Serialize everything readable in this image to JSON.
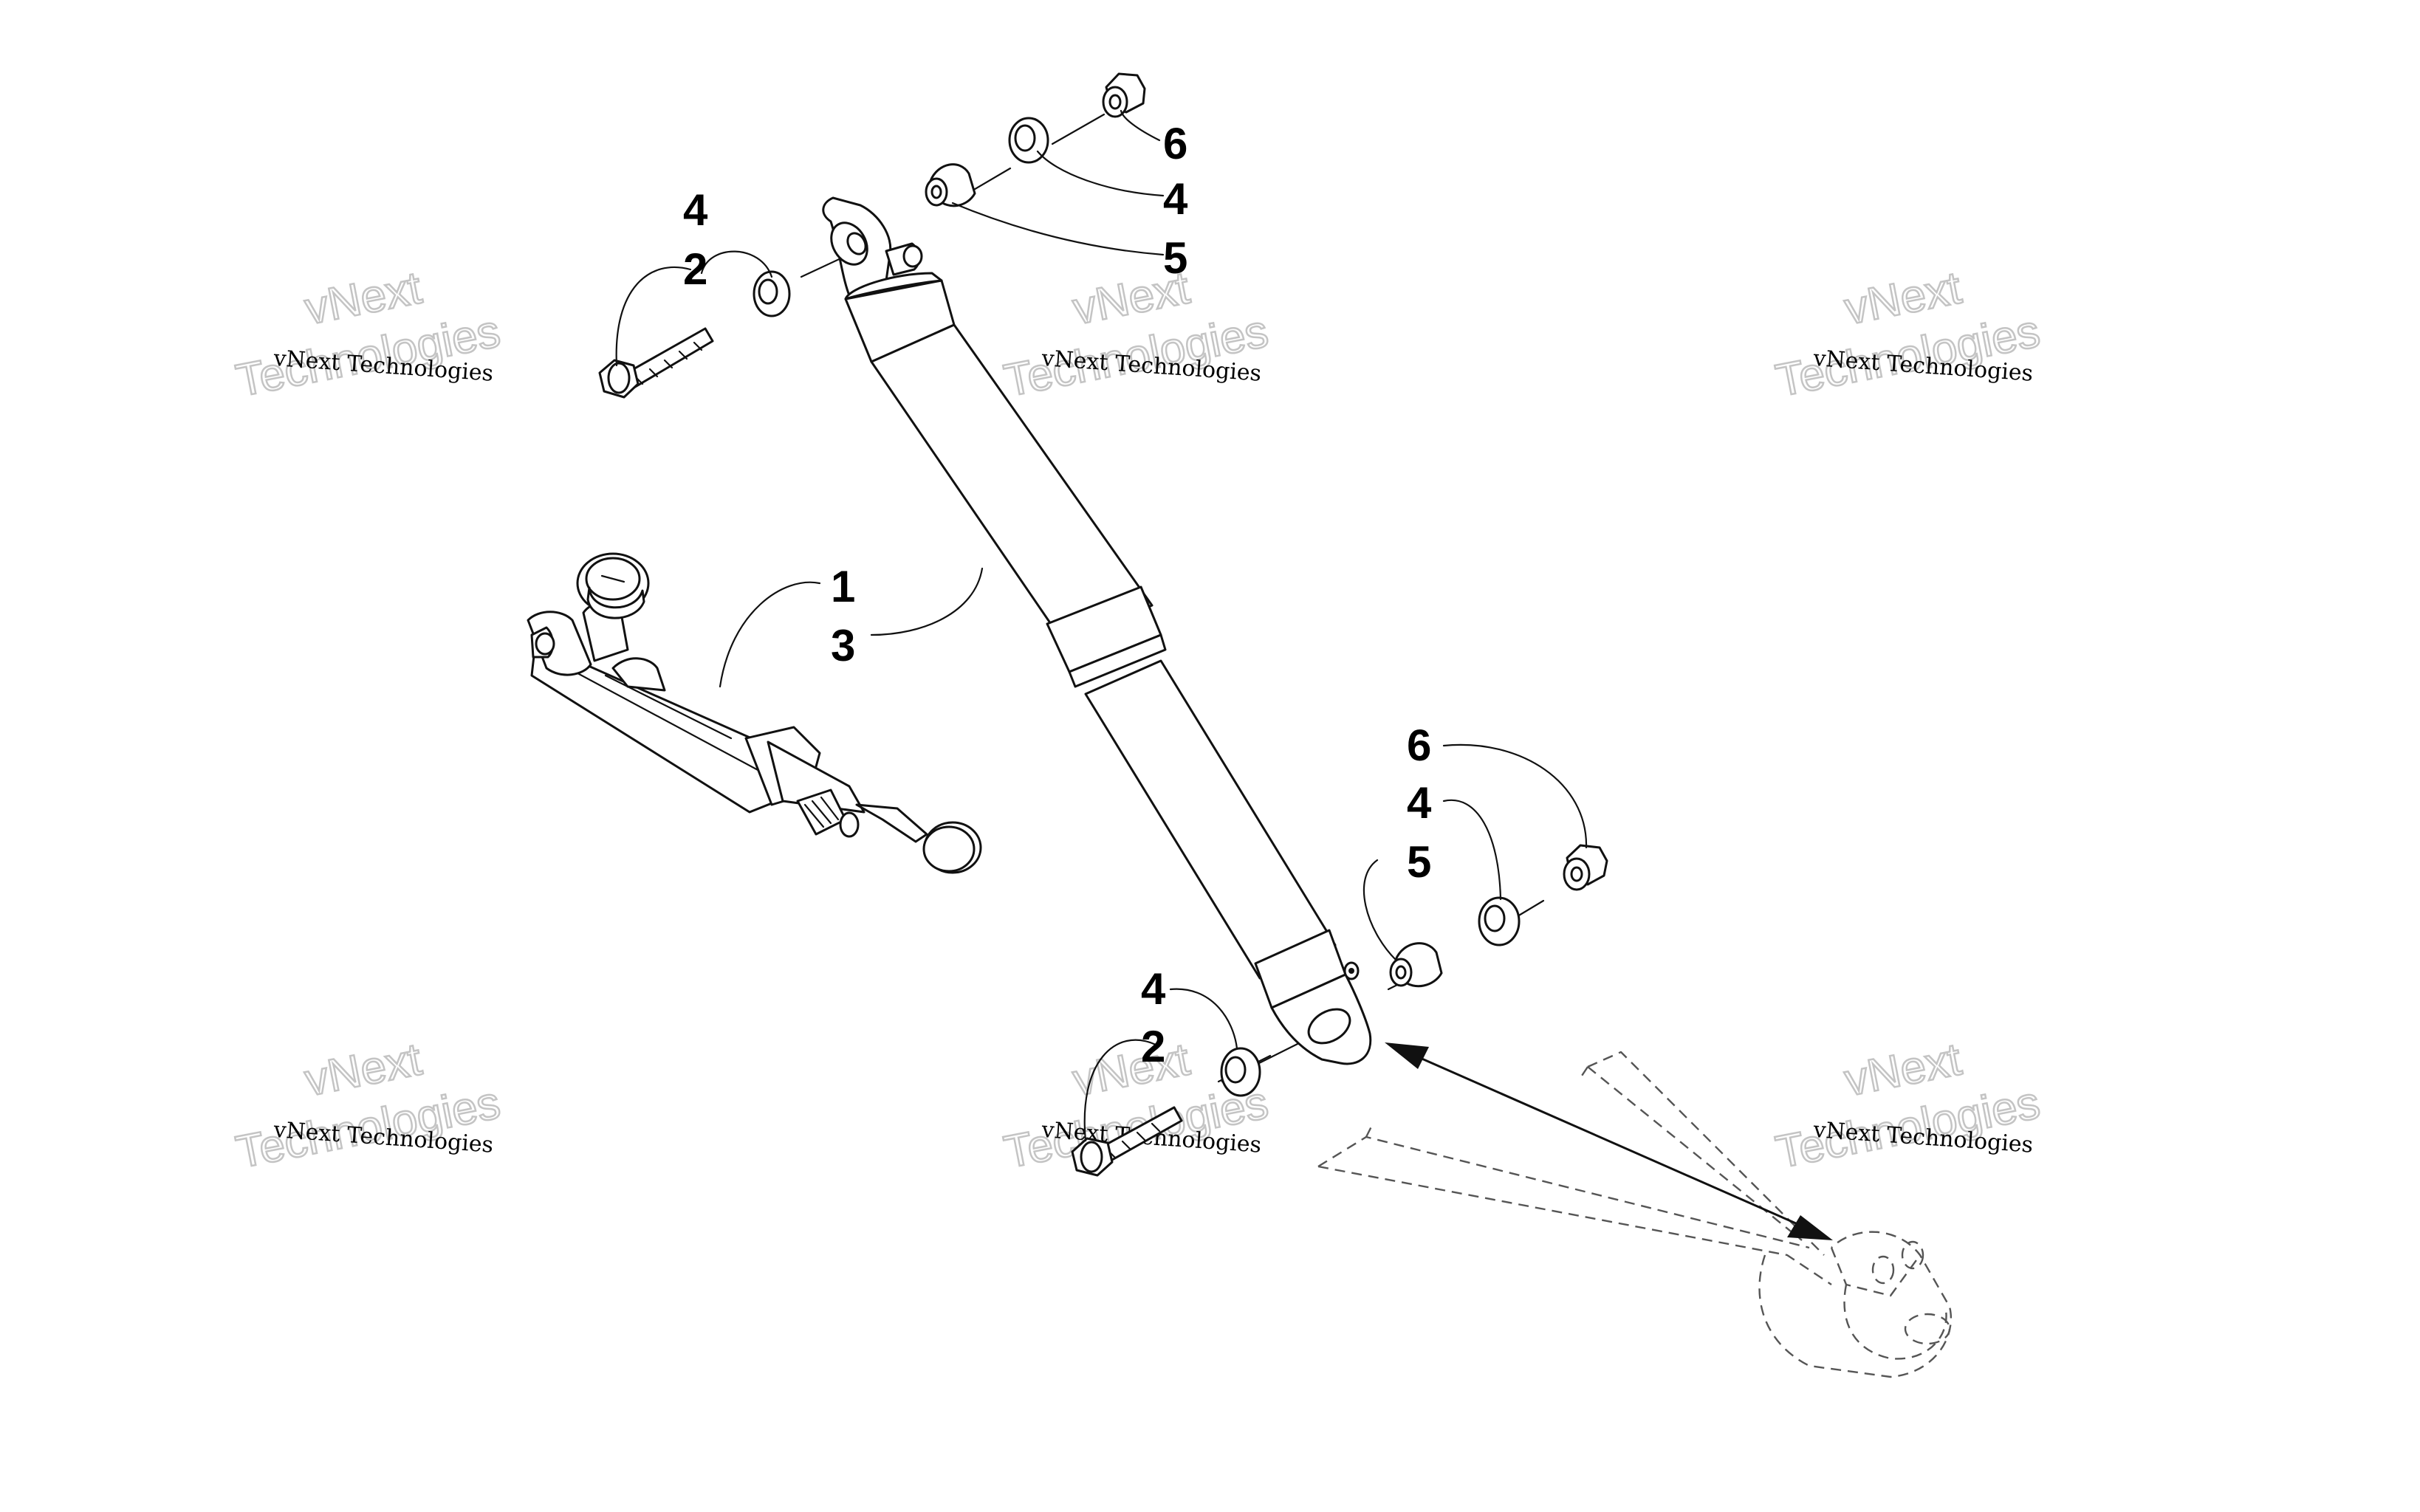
{
  "diagram": {
    "callouts": {
      "c1": "1",
      "c3": "3",
      "c2_top": "2",
      "c4_top_left": "4",
      "c6_top": "6",
      "c4_top_right": "4",
      "c5_top": "5",
      "c6_bottom": "6",
      "c4_bottom_right": "4",
      "c5_bottom": "5",
      "c4_bottom_left": "4",
      "c2_bottom": "2"
    },
    "watermark": {
      "line1": "vNext Technologies",
      "line2a": "vNext",
      "line2b": "Technologies"
    }
  }
}
